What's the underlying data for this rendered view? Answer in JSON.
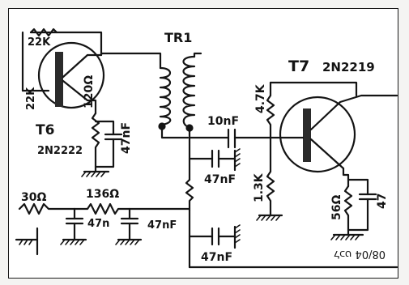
{
  "schematic": {
    "transformer": "TR1",
    "t6": {
      "ref": "T6",
      "part": "2N2222"
    },
    "t7": {
      "ref": "T7",
      "part": "2N2219"
    },
    "values": {
      "r_22k_top": "22K",
      "r_22k_mid": "22K",
      "r_120": "120Ω",
      "c_47nf_emitter6": "47nF",
      "c_10nf": "10nF",
      "r_47k": "4.7K",
      "c_47nf_mid": "47nF",
      "r_13k": "1.3K",
      "r_56": "56Ω",
      "c_47_right": "47",
      "r_30": "30Ω",
      "r_136": "136Ω",
      "c_47n_left": "47n",
      "c_47nf_filter": "47nF",
      "c_47nf_bottom": "47nF"
    },
    "note": "לכט 08/04"
  },
  "colors": {
    "ink": "#141414",
    "paper": "#ffffff",
    "frame": "#f4f4f2",
    "body": "#2b2b2b"
  }
}
